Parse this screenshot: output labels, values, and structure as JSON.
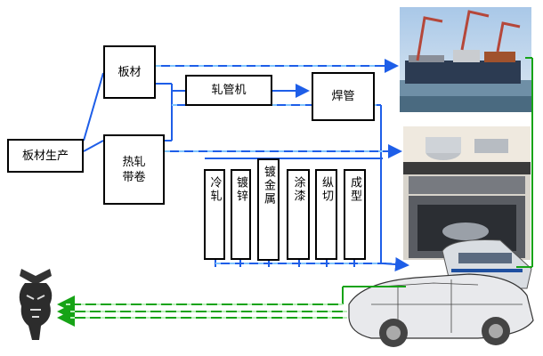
{
  "boxes": {
    "source": "板材生产",
    "plate": "板材",
    "hot_coil_line1": "热轧",
    "hot_coil_line2": "带卷",
    "mill": "轧管机",
    "welded": "焊管",
    "cold": "冷轧",
    "galvanize": "镀锌",
    "metal_plating": "镀金属",
    "painting": "涂漆",
    "slitting": "纵切",
    "forming": "成型"
  },
  "photos": [
    "shipyard-port",
    "kitchen-stove-oven",
    "train-and-car-cutaway",
    "tiger-ornament"
  ],
  "colors": {
    "line_blue": "#1e5ee8",
    "line_green": "#16a316",
    "arrow_blue": "#3a8cf0"
  }
}
